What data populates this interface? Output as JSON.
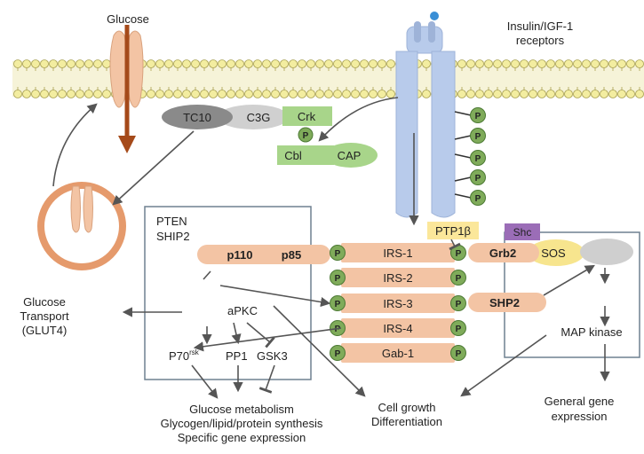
{
  "labels": {
    "glucose": "Glucose",
    "receptor_line1": "Insulin/IGF-1",
    "receptor_line2": "receptors",
    "tc10": "TC10",
    "c3g": "C3G",
    "crk": "Crk",
    "cbl": "Cbl",
    "cap": "CAP",
    "ptp1b": "PTP1β",
    "shc": "Shc",
    "sos": "SOS",
    "grb2": "Grb2",
    "shp2": "SHP2",
    "p110": "p110",
    "p85": "p85",
    "pten": "PTEN",
    "ship2": "SHIP2",
    "apkc": "aPKC",
    "p70_main": "P70",
    "p70_sup": "rsk",
    "pp1": "PP1",
    "gsk3": "GSK3",
    "phospho": "P",
    "glut_line1": "Glucose",
    "glut_line2": "Transport",
    "glut_line3": "(GLUT4)",
    "metab_line1": "Glucose metabolism",
    "metab_line2": "Glycogen/lipid/protein  synthesis",
    "metab_line3": "Specific gene expression",
    "growth_line1": "Cell growth",
    "growth_line2": "Differentiation",
    "mapk": "MAP kinase",
    "gene_line1": "General gene",
    "gene_line2": "expression"
  },
  "irs_proteins": [
    "IRS-1",
    "IRS-2",
    "IRS-3",
    "IRS-4",
    "Gab-1"
  ],
  "colors": {
    "membrane_head": "#f3eda0",
    "membrane_edge": "#a8a050",
    "salmon": "#f3c4a4",
    "receptor": "#b8cbeb",
    "green": "#a8d58a",
    "phospho": "#7fab5a",
    "box_border": "#6f8090",
    "arrow": "#555555",
    "ptp_fill": "#fbe79a",
    "shc_fill": "#9b6db7",
    "sos_fill": "#f7e58e",
    "glut_brown": "#a54a1a"
  }
}
